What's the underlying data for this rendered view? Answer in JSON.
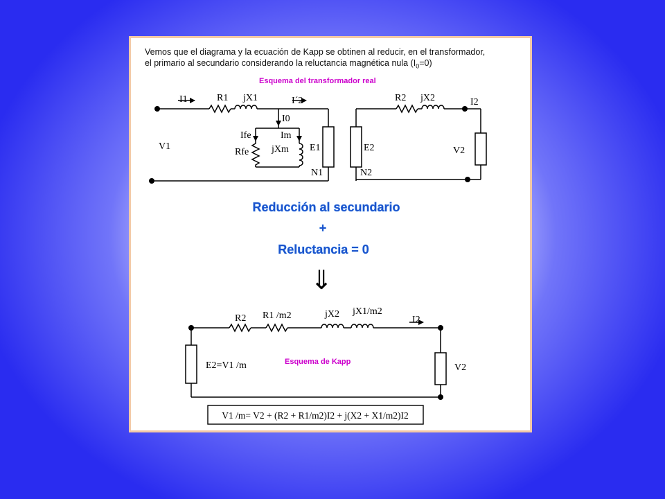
{
  "intro": {
    "line1": "Vemos que el diagrama y la ecuación de Kapp se obtinen al reducir, en el transformador,",
    "line2": "el primario al secundario considerando la reluctancia magnética nula (I",
    "line2_sub": "0",
    "line2_end": "=0)"
  },
  "real_circuit": {
    "title": "Esquema del transformador real",
    "I1": "I1",
    "R1": "R1",
    "jX1": "jX1",
    "I2p": "I´2",
    "I0": "I0",
    "Ife": "Ife",
    "Im": "Im",
    "Rfe": "Rfe",
    "jXm": "jXm",
    "V1": "V1",
    "E1": "E1",
    "N1": "N1",
    "E2": "E2",
    "N2": "N2",
    "R2": "R2",
    "jX2": "jX2",
    "I2": "I2",
    "V2": "V2"
  },
  "reduction": {
    "line1": "Reducción al secundario",
    "plus": "+",
    "line2": "Reluctancia = 0",
    "arrow": "⇓"
  },
  "kapp_circuit": {
    "title": "Esquema de Kapp",
    "R2": "R2",
    "R1m2": "R1 /m2",
    "jX2": "jX2",
    "jX1m2": "jX1/m2",
    "I2": "I2",
    "E2": "E2=V1 /m",
    "V2": "V2"
  },
  "equation": "V1 /m= V2 + (R2 + R1/m2)I2 + j(X2 + X1/m2)I2"
}
